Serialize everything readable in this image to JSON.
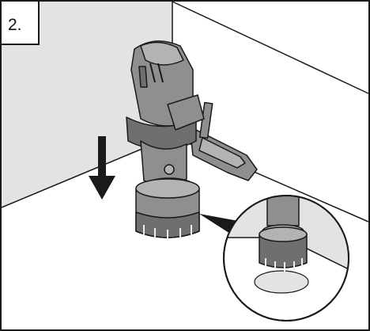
{
  "step": {
    "label": "2."
  },
  "colors": {
    "wall": "#e3e3e3",
    "floor": "#ffffff",
    "tool_dark": "#6f6f6f",
    "tool_mid": "#8f8f8f",
    "tool_light": "#b3b3b3",
    "outline": "#1a1a1a"
  },
  "icons": {
    "arrow": "down-arrow-icon",
    "tool": "core-drill-machine",
    "detail": "magnified-detail-circle"
  }
}
